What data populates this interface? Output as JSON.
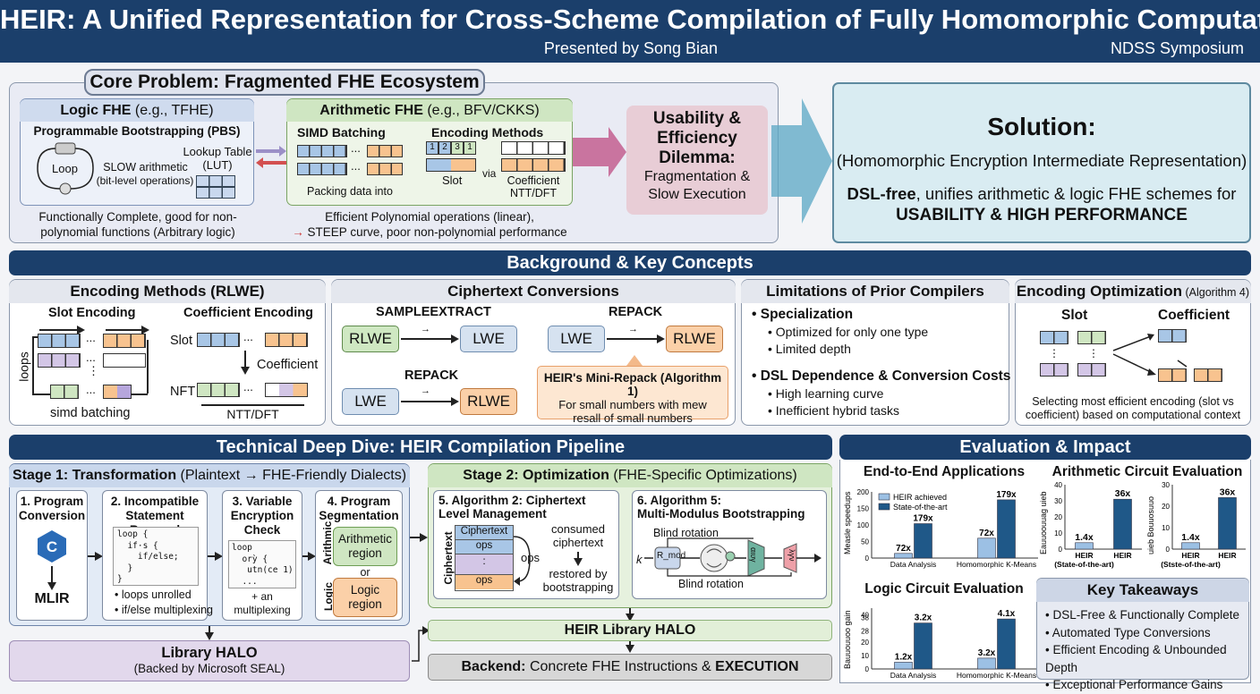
{
  "header": {
    "title": "HEIR: A Unified Representation for Cross-Scheme Compilation of Fully Homomorphic Computation",
    "presenter": "Presented by Song Bian",
    "venue": "NDSS Symposium"
  },
  "core": {
    "title": "Core Problem: Fragmented FHE Ecosystem",
    "logic": {
      "title_b": "Logic FHE",
      "title_r": " (e.g., TFHE)",
      "pbs": "Programmable Bootstrapping (PBS)",
      "loop": "Loop",
      "slow": "SLOW arithmetic",
      "bitlevel": "(bit-level operations)",
      "lut1": "Lookup Table",
      "lut2": "(LUT)",
      "desc1": "Functionally Complete, good for non-",
      "desc2": "polynomial functions (Arbitrary logic)"
    },
    "arith": {
      "title_b": "Arithmetic FHE",
      "title_r": " (e.g., BFV/CKKS)",
      "simd": "SIMD Batching",
      "dots": "...",
      "packing": "Packing data into",
      "encoding": "Encoding Methods",
      "slot_nums": [
        "1",
        "2",
        "3",
        "1"
      ],
      "slot": "Slot",
      "via": "via",
      "coef": "Coefficient",
      "ntt": "NTT/DFT",
      "desc1": "Efficient Polynomial operations (linear),",
      "desc2": "STEEP curve, poor non-polynomial performance"
    },
    "dilemma": {
      "l1": "Usability &",
      "l2": "Efficiency",
      "l3": "Dilemma:",
      "l4": "Fragmentation &",
      "l5": "Slow Execution"
    }
  },
  "solution": {
    "title": "Solution:",
    "sub": "(Homomorphic Encryption Intermediate Representation)",
    "l1b": "DSL-free",
    "l1r": ", unifies arithmetic & logic FHE schemes for",
    "l2": "USABILITY & HIGH PERFORMANCE"
  },
  "background": {
    "title": "Background & Key Concepts",
    "enc": {
      "title": "Encoding Methods (RLWE)",
      "slot_enc": "Slot Encoding",
      "coef_enc": "Coefficient Encoding",
      "loops": "loops",
      "simd": "simd batching",
      "slot": "Slot",
      "coefficient": "Coefficient",
      "nft": "NFT",
      "ntt": "NTT/DFT",
      "dots": "..."
    },
    "conv": {
      "title": "Ciphertext Conversions",
      "sampleextract": "SAMPLEEXTRACT",
      "repack": "REPACK",
      "repack2": "REPACK",
      "rlwe": "RLWE",
      "lwe": "LWE",
      "mini_t": "HEIR's Mini-Repack (Algorithm 1)",
      "mini_1": "For small numbers with mew",
      "mini_2": "resall of small numbers"
    },
    "lim": {
      "title": "Limitations of Prior Compilers",
      "h1": "Specialization",
      "b1": "Optimized for only one type",
      "b2": "Limited depth",
      "h2": "DSL Dependence & Conversion Costs",
      "b3": "High learning curve",
      "b4": "Inefficient hybrid tasks"
    },
    "opt": {
      "title_b": "Encoding Optimization",
      "title_r": " (Algorithm 4)",
      "slot": "Slot",
      "coef": "Coefficient",
      "d1": "Selecting most efficient encoding (slot vs",
      "d2": "coefficient) based on computational context"
    }
  },
  "pipeline": {
    "title": "Technical Deep Dive: HEIR Compilation Pipeline",
    "stage1": {
      "title_b": "Stage 1: Transformation",
      "title_r": " (Plaintext → FHE-Friendly Dialects)",
      "s1": {
        "t1": "1. Program",
        "t2": "Conversion",
        "mlir": "MLIR"
      },
      "s2": {
        "t1": "2. Incompatible",
        "t2": "Statement Removal",
        "code": [
          "loop {",
          "  if·s {",
          "    if/else;",
          "  }",
          "}"
        ],
        "n1": "• loops unrolled",
        "n2": "• if/else multiplexing"
      },
      "s3": {
        "t1": "3. Variable",
        "t2": "Encryption",
        "t3": "Check",
        "code": [
          "loop",
          "  orỳ {",
          "   utn(ce 1)",
          "  ..."
        ],
        "n1": "+ an",
        "n2": "multiplexing"
      },
      "s4": {
        "t1": "4. Program",
        "t2": "Segmentation",
        "arith_side": "Arithmic",
        "logic_side": "Logic",
        "ar1": "Arithmetic",
        "ar2": "region",
        "or": "or",
        "lr1": "Logic",
        "lr2": "region"
      }
    },
    "halo": {
      "t": "Library HALO",
      "s": "(Backed by Microsoft SEAL)"
    },
    "stage2": {
      "title_b": "Stage 2: Optimization",
      "title_r": " (FHE-Specific Optimizations)",
      "a2": {
        "t1": "5. Algorithm 2: Ciphertext",
        "t2": "Level Management",
        "side": "Ciphertext",
        "ct": "Ciphertext",
        "ops": "ops",
        "ops_side": "ops",
        "dots": ":",
        "consumed1": "consumed",
        "consumed2": "ciphertext",
        "restored1": "restored by",
        "restored2": "bootstrapping"
      },
      "a5": {
        "t1": "6. Algorithm 5:",
        "t2": "Multi-Modulus Bootstrapping",
        "br1": "Blind rotation",
        "br2": "Blind rotation",
        "k": "k",
        "rmod": "R_mod",
        "box1": "αιυγ",
        "box2": "λγν"
      }
    },
    "heir_halo": "HEIR Library HALO",
    "backend_b": "Backend:",
    "backend_r": " Concrete FHE Instructions & ",
    "backend_e": "EXECUTION"
  },
  "eval": {
    "title": "Evaluation & Impact",
    "e2e": {
      "title": "End-to-End Applications",
      "ylabel": "Measle speedups",
      "legend1": "HEIR achieved",
      "legend2": "State-of-the-art"
    },
    "arith": {
      "title": "Arithmetic Circuit Evaluation",
      "ylabel1": "Eauuoouuag uieb",
      "ylabel2": "uieb Bouuosuuo"
    },
    "logic": {
      "title": "Logic Circuit Evaluation",
      "ylabel": "Bauuouuoo gain"
    },
    "take": {
      "title": "Key Takeaways",
      "items": [
        "DSL-Free & Functionally Complete",
        "Automated Type Conversions",
        "Efficient Encoding & Unbounded Depth",
        "Exceptional Performance Gains"
      ]
    }
  },
  "chart_data": [
    {
      "type": "bar",
      "title": "End-to-End Applications",
      "ylabel": "Measle speedups",
      "categories": [
        "Data Analysis",
        "Homomorphic K-Means"
      ],
      "yticks": [
        "0",
        "50",
        "100",
        "150",
        "200"
      ],
      "ylim": [
        0,
        200
      ],
      "series": [
        {
          "name": "HEIR achieved",
          "values": [
            14,
            60
          ],
          "labels": [
            "72x",
            "72x"
          ]
        },
        {
          "name": "State-of-the-art",
          "values": [
            104,
            176
          ],
          "labels": [
            "179x",
            "179x"
          ]
        }
      ],
      "legend": "top-left",
      "colors": [
        "#9cc0e4",
        "#1f5888"
      ]
    },
    {
      "type": "bar",
      "title": "Arithmetic Circuit Evaluation",
      "ylabel": "Eauuoouuag uieb",
      "categories": [
        "HEIR",
        "HEIR"
      ],
      "category_sub": [
        "(State-of-the-art)",
        ""
      ],
      "yticks": [
        "0",
        "10",
        "20",
        "30",
        "40"
      ],
      "ylim": [
        0,
        40
      ],
      "values": [
        4,
        31
      ],
      "labels": [
        "1.4x",
        "36x"
      ],
      "colors": [
        "#9cc0e4",
        "#1f5888"
      ]
    },
    {
      "type": "bar",
      "ylabel": "uieb Bouuosuuo",
      "categories": [
        "HEIR",
        "HEIR"
      ],
      "category_sub": [
        "(Stste-of-the-art)",
        ""
      ],
      "yticks": [
        "0",
        "10",
        "20",
        "30"
      ],
      "ylim": [
        0,
        30
      ],
      "values": [
        3,
        24
      ],
      "labels": [
        "1.4x",
        "36x"
      ],
      "colors": [
        "#9cc0e4",
        "#1f5888"
      ]
    },
    {
      "type": "bar",
      "title": "Logic Circuit Evaluation",
      "ylabel": "Bauuouuoo gain",
      "categories": [
        "Data Analysis",
        "Homomorphic K-Means"
      ],
      "yticks": [
        "0",
        "10",
        "20",
        "28",
        "38",
        "40"
      ],
      "ylim": [
        0,
        45
      ],
      "series": [
        {
          "name": "HEIR achieved",
          "values": [
            5,
            8
          ],
          "labels": [
            "1.2x",
            "3.2x"
          ]
        },
        {
          "name": "State-of-the-art",
          "values": [
            34,
            37
          ],
          "labels": [
            "3.2x",
            "4.1x"
          ]
        }
      ],
      "colors": [
        "#9cc0e4",
        "#1f5888"
      ]
    }
  ]
}
